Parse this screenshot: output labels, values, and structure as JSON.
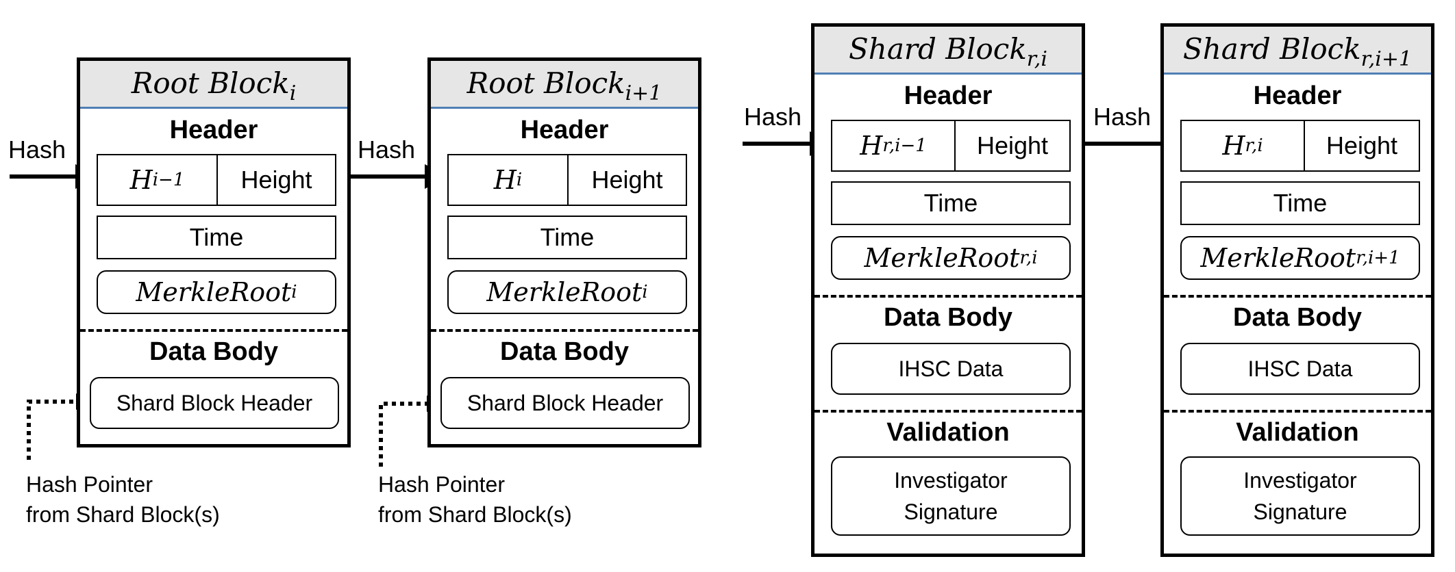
{
  "left_panel": {
    "root_block_1": {
      "title": "Root Block",
      "title_sub": "i",
      "header_label": "Header",
      "prev_hash": "H",
      "prev_hash_sub": "i−1",
      "height_label": "Height",
      "time_label": "Time",
      "merkle": "MerkleRoot",
      "merkle_sub": "i",
      "data_body_label": "Data Body",
      "shard_header_label": "Shard Block Header"
    },
    "root_block_2": {
      "title": "Root Block",
      "title_sub": "i+1",
      "header_label": "Header",
      "prev_hash": "H",
      "prev_hash_sub": "i",
      "height_label": "Height",
      "time_label": "Time",
      "merkle": "MerkleRoot",
      "merkle_sub": "i",
      "data_body_label": "Data Body",
      "shard_header_label": "Shard Block Header"
    },
    "hash_in_label": "Hash",
    "hash_between_label": "Hash",
    "pointer_1": {
      "line1": "Hash Pointer",
      "line2": "from Shard Block(s)"
    },
    "pointer_2": {
      "line1": "Hash Pointer",
      "line2": "from Shard Block(s)"
    }
  },
  "right_panel": {
    "shard_block_1": {
      "title": "Shard Block",
      "title_sub": "r,i",
      "header_label": "Header",
      "prev_hash": "H",
      "prev_hash_sub": "r,i−1",
      "height_label": "Height",
      "time_label": "Time",
      "merkle": "MerkleRoot",
      "merkle_sub": "r,i",
      "data_body_label": "Data Body",
      "data_label": "IHSC Data",
      "validation_label": "Validation",
      "signature_line1": "Investigator",
      "signature_line2": "Signature"
    },
    "shard_block_2": {
      "title": "Shard Block",
      "title_sub": "r,i+1",
      "header_label": "Header",
      "prev_hash": "H",
      "prev_hash_sub": "r,i",
      "height_label": "Height",
      "time_label": "Time",
      "merkle": "MerkleRoot",
      "merkle_sub": "r,i+1",
      "data_body_label": "Data Body",
      "data_label": "IHSC Data",
      "validation_label": "Validation",
      "signature_line1": "Investigator",
      "signature_line2": "Signature"
    },
    "hash_in_label": "Hash",
    "hash_between_label": "Hash"
  }
}
